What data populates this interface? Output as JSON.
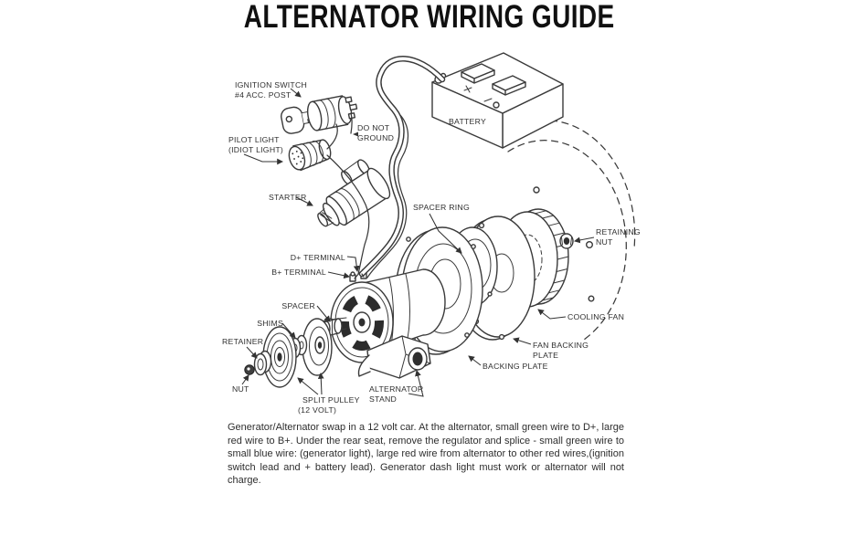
{
  "title": "ALTERNATOR WIRING GUIDE",
  "colors": {
    "ink": "#3a3a3a",
    "label_ink": "#2f2f2f",
    "title_ink": "#101010",
    "paper": "#ffffff"
  },
  "labels": {
    "ignition_switch": {
      "line1": "IGNITION SWITCH",
      "line2": "#4 ACC. POST"
    },
    "pilot_light": {
      "line1": "PILOT LIGHT",
      "line2": "(IDIOT LIGHT)"
    },
    "do_not_ground": {
      "line1": "DO NOT",
      "line2": "GROUND"
    },
    "starter": {
      "text": "STARTER"
    },
    "battery": {
      "text": "BATTERY"
    },
    "spacer_ring": {
      "text": "SPACER RING"
    },
    "retaining_nut": {
      "line1": "RETAINING",
      "line2": "NUT"
    },
    "cooling_fan": {
      "text": "COOLING FAN"
    },
    "fan_backing_plate": {
      "line1": "FAN BACKING",
      "line2": "PLATE"
    },
    "backing_plate": {
      "text": "BACKING PLATE"
    },
    "d_terminal": {
      "text": "D+ TERMINAL"
    },
    "b_terminal": {
      "text": "B+ TERMINAL"
    },
    "spacer": {
      "text": "SPACER"
    },
    "shims": {
      "text": "SHIMS"
    },
    "retainer": {
      "text": "RETAINER"
    },
    "nut": {
      "text": "NUT"
    },
    "split_pulley": {
      "line1": "SPLIT PULLEY",
      "line2": "(12 VOLT)"
    },
    "alternator_stand": {
      "line1": "ALTERNATOR",
      "line2": "STAND"
    }
  },
  "caption": "Generator/Alternator swap in a 12 volt car. At the alternator, small green wire to D+, large red wire to B+. Under the rear seat, remove the regulator and splice - small green wire to small blue wire: (generator light), large red wire from alternator to other red wires,(ignition switch lead and + battery lead). Generator dash light must work or alternator will not charge."
}
